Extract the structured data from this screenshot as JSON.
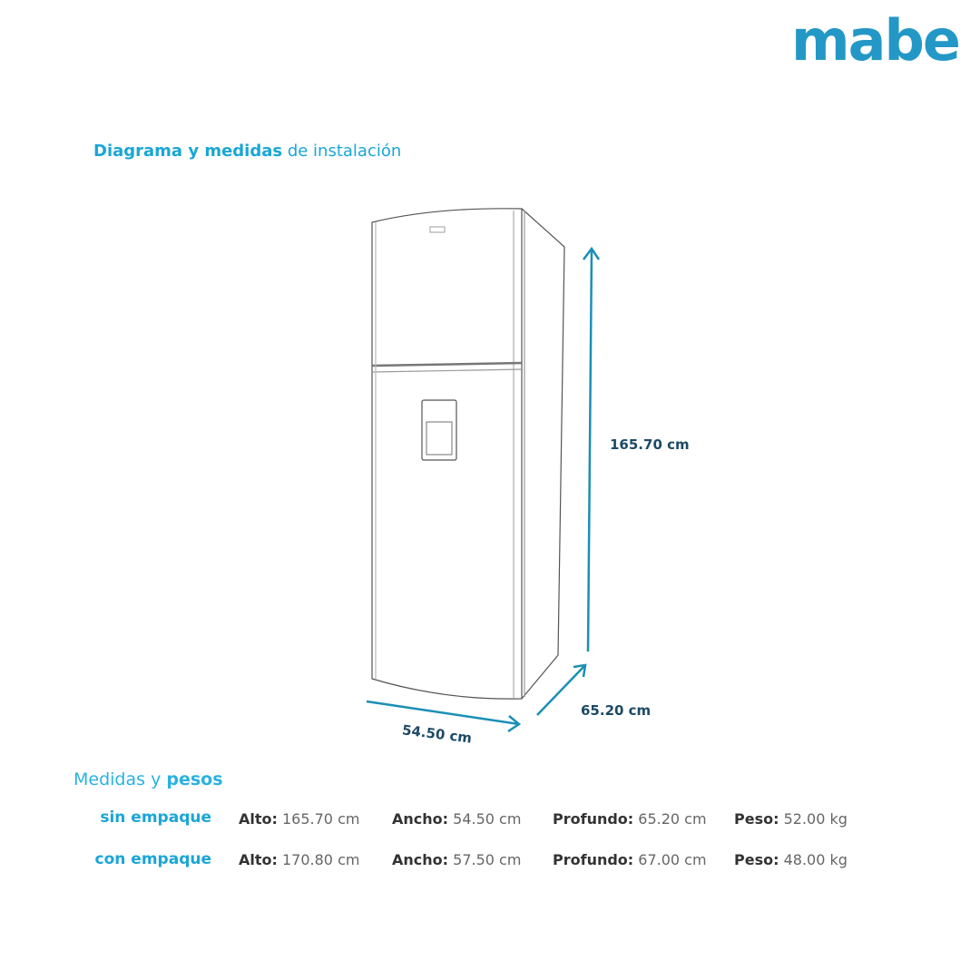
{
  "brand": {
    "logo_text": "mabe",
    "color": "#2398c6"
  },
  "title": {
    "bold": "Diagrama y medidas",
    "regular": " de instalación"
  },
  "diagram": {
    "height_label": "165.70 cm",
    "width_label": "54.50 cm",
    "depth_label": "65.20 cm",
    "arrow_color": "#1a8fb5"
  },
  "section": {
    "regular": "Medidas y ",
    "bold": "pesos"
  },
  "rows": [
    {
      "label": "sin empaque",
      "cells": [
        {
          "k": "Alto:",
          "v": " 165.70 cm"
        },
        {
          "k": "Ancho:",
          "v": " 54.50 cm"
        },
        {
          "k": "Profundo:",
          "v": " 65.20 cm"
        },
        {
          "k": "Peso:",
          "v": " 52.00 kg"
        }
      ]
    },
    {
      "label": "con empaque",
      "cells": [
        {
          "k": "Alto:",
          "v": " 170.80 cm"
        },
        {
          "k": "Ancho:",
          "v": " 57.50 cm"
        },
        {
          "k": "Profundo:",
          "v": " 67.00 cm"
        },
        {
          "k": "Peso:",
          "v": " 48.00 kg"
        }
      ]
    }
  ]
}
